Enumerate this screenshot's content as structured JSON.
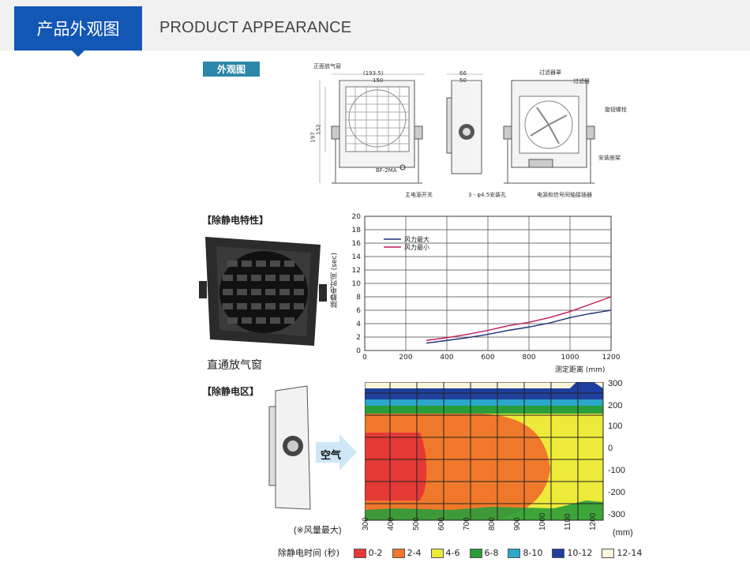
{
  "header": {
    "tab_cn": "产品外观图",
    "tab_en": "PRODUCT APPEARANCE"
  },
  "appearance": {
    "tag": "外观图",
    "front_label": "正面放气窗",
    "dim_top_outer": "(193.5)",
    "dim_top_inner": "150",
    "dim_side_outer": "66",
    "dim_side_inner": "50",
    "dim_height_outer": "197",
    "dim_height_inner": "152",
    "model": "BF-2MA",
    "label_power_switch": "主电源开关",
    "label_mount_hole": "3 - φ4.5安装孔",
    "label_filter_cover": "过滤器罩",
    "label_filter": "过滤器",
    "label_knob": "旋钮螺栓",
    "label_bracket": "安装座架",
    "label_cable": "电源和信号同轴接插器"
  },
  "characteristics": {
    "title": "【除静电特性】",
    "photo_caption": "直通放气窗",
    "chart_ylabel": "除静电时间 (sec)",
    "chart_xlabel": "测定距离 (mm)",
    "legend_max": "风力最大",
    "legend_min": "风力最小"
  },
  "zone": {
    "title": "【除静电区】",
    "air_label": "空气",
    "note": "(※风量最大)",
    "unit": "(mm)",
    "legend_title": "除静电时间 (秒)",
    "legend_items": [
      {
        "label": "0-2",
        "color": "#e53935"
      },
      {
        "label": "2-4",
        "color": "#f0782a"
      },
      {
        "label": "4-6",
        "color": "#eeea3a"
      },
      {
        "label": "6-8",
        "color": "#2a9d3a"
      },
      {
        "label": "8-10",
        "color": "#2aa8c9"
      },
      {
        "label": "10-12",
        "color": "#1f3f9e"
      },
      {
        "label": "12-14",
        "color": "#fbf5d9"
      }
    ]
  },
  "chart_data": [
    {
      "type": "line",
      "x": [
        300,
        400,
        500,
        600,
        700,
        800,
        900,
        1000,
        1100,
        1200
      ],
      "xlim": [
        0,
        1200
      ],
      "ylim": [
        0,
        20
      ],
      "xticks": [
        0,
        200,
        400,
        600,
        800,
        1000,
        1200
      ],
      "yticks": [
        0,
        2,
        4,
        6,
        8,
        10,
        12,
        14,
        16,
        18,
        20
      ],
      "xlabel": "测定距离 (mm)",
      "ylabel": "除静电时间 (sec)",
      "grid": true,
      "legend": "top-left",
      "series": [
        {
          "name": "风力最大",
          "color": "#1f2f7a",
          "values": [
            1.1,
            1.5,
            1.9,
            2.4,
            3.0,
            3.5,
            4.1,
            4.9,
            5.5,
            6.0
          ]
        },
        {
          "name": "风力最小",
          "color": "#c2185b",
          "values": [
            1.5,
            1.9,
            2.4,
            3.0,
            3.7,
            4.2,
            4.9,
            5.8,
            6.9,
            8.0
          ]
        }
      ]
    },
    {
      "type": "heatmap",
      "xlabel": "(mm)",
      "x_ticks": [
        300,
        400,
        500,
        600,
        700,
        800,
        900,
        1000,
        1100,
        1200
      ],
      "y_ticks": [
        300,
        200,
        100,
        0,
        -100,
        -200,
        -300
      ],
      "legend_title": "除静电时间 (秒)",
      "levels": [
        "0-2",
        "2-4",
        "4-6",
        "6-8",
        "8-10",
        "10-12",
        "12-14"
      ]
    }
  ]
}
